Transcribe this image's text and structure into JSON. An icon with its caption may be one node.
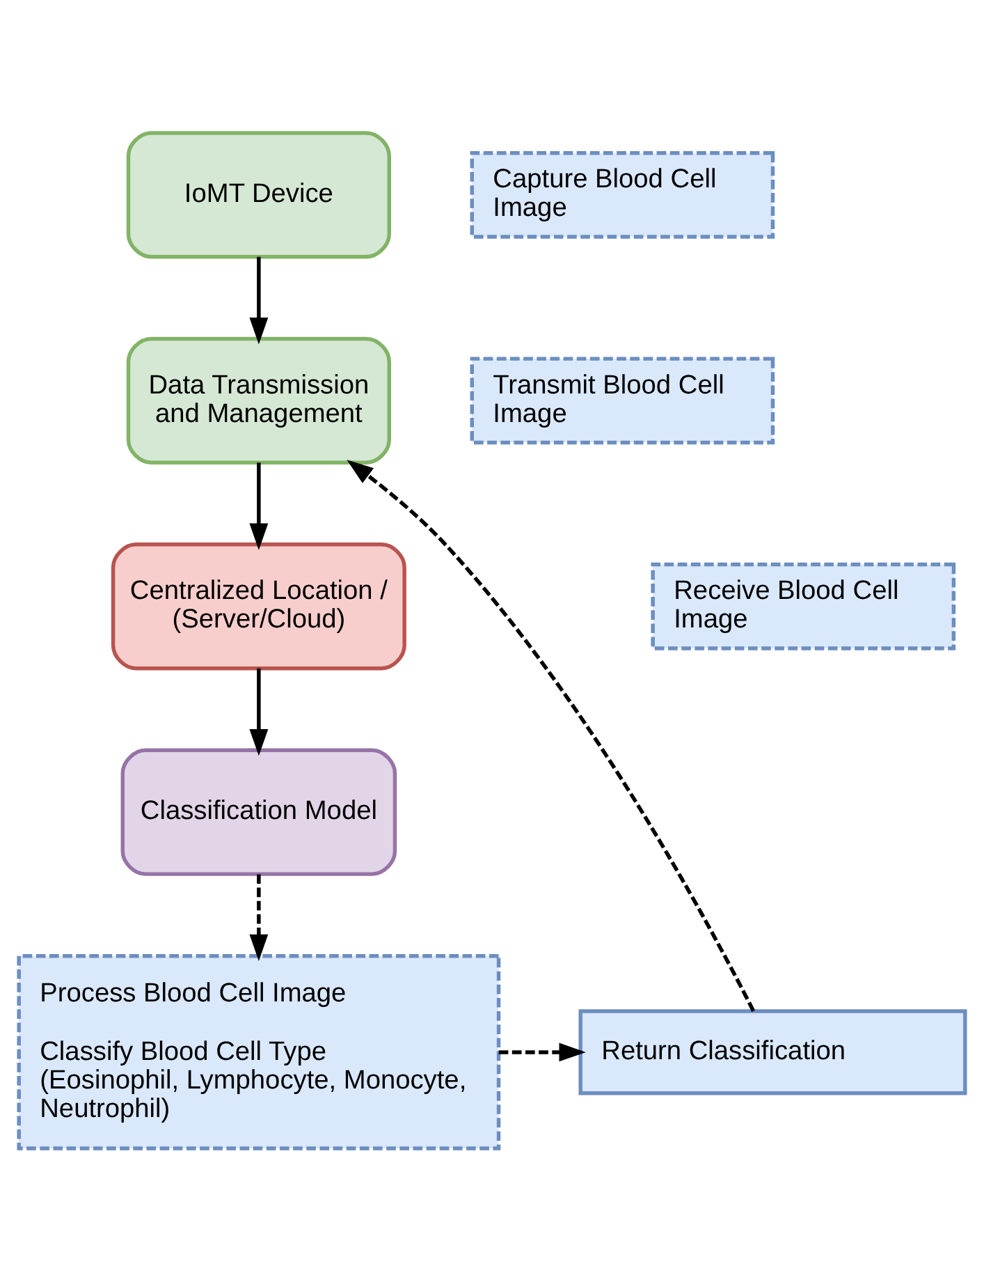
{
  "diagram": {
    "nodes": [
      {
        "text": [
          "IoMT Device"
        ]
      },
      {
        "text": [
          "Capture Blood Cell Image"
        ]
      },
      {
        "text": [
          "Data Transmission and Management"
        ]
      },
      {
        "text": [
          "Transmit Blood Cell Image"
        ]
      },
      {
        "text": [
          "Centralized Location / (Server/Cloud)"
        ]
      },
      {
        "text": [
          "Receive Blood Cell Image"
        ]
      },
      {
        "text": [
          "Classification Model"
        ]
      },
      {
        "text": [
          "Process Blood Cell Image",
          "Classify Blood Cell Type (Eosinophil, Lymphocyte, Monocyte, Neutrophil)"
        ]
      },
      {
        "text": [
          "Return Classification"
        ]
      }
    ],
    "edges": [
      {
        "from": 0,
        "to": 2,
        "arrow": "to"
      },
      {
        "from": 2,
        "to": 4,
        "arrow": "to"
      },
      {
        "from": 4,
        "to": 6,
        "arrow": "to"
      },
      {
        "from": 6,
        "to": 7,
        "arrow": "to",
        "style": "dashed"
      },
      {
        "from": 7,
        "to": 8,
        "arrow": "to",
        "style": "dashed"
      },
      {
        "from": 8,
        "to": 2,
        "arrow": "to",
        "style": "dashed"
      }
    ]
  }
}
